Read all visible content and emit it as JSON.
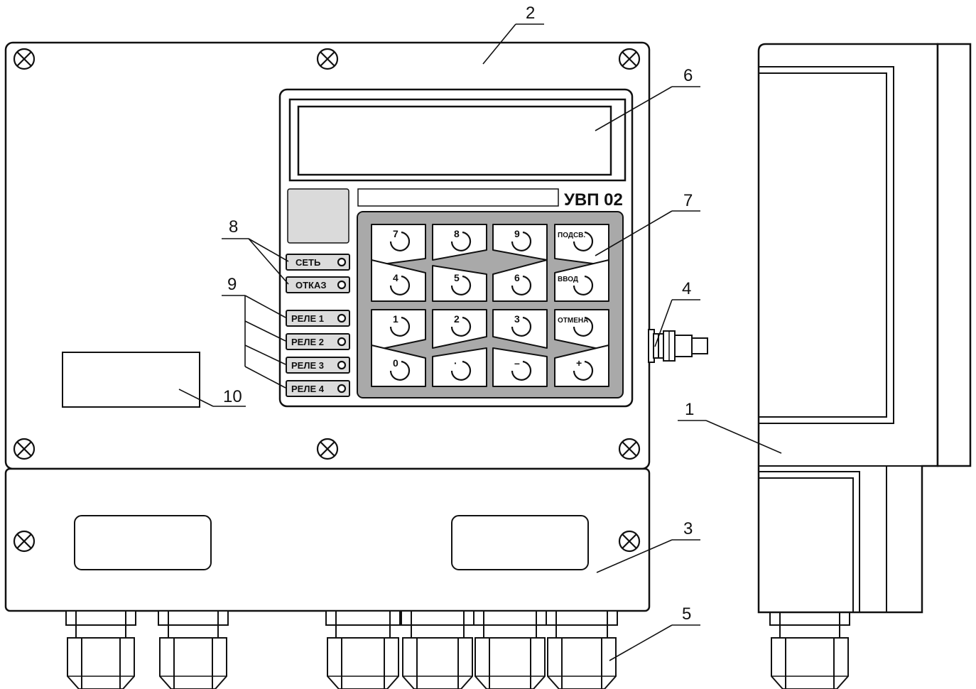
{
  "device": {
    "model": "УВП 02"
  },
  "leds": [
    {
      "label": "СЕТЬ"
    },
    {
      "label": "ОТКАЗ"
    },
    {
      "label": "РЕЛЕ 1"
    },
    {
      "label": "РЕЛЕ 2"
    },
    {
      "label": "РЕЛЕ 3"
    },
    {
      "label": "РЕЛЕ 4"
    }
  ],
  "keypad": [
    {
      "label": "7"
    },
    {
      "label": "8"
    },
    {
      "label": "9"
    },
    {
      "label": "ПОДСВ."
    },
    {
      "label": "4"
    },
    {
      "label": "5"
    },
    {
      "label": "6"
    },
    {
      "label": "ВВОД"
    },
    {
      "label": "1"
    },
    {
      "label": "2"
    },
    {
      "label": "3"
    },
    {
      "label": "ОТМЕНА"
    },
    {
      "label": "0"
    },
    {
      "label": "·"
    },
    {
      "label": "–"
    },
    {
      "label": "+"
    }
  ],
  "callouts": [
    "1",
    "2",
    "3",
    "4",
    "5",
    "6",
    "7",
    "8",
    "9",
    "10"
  ]
}
